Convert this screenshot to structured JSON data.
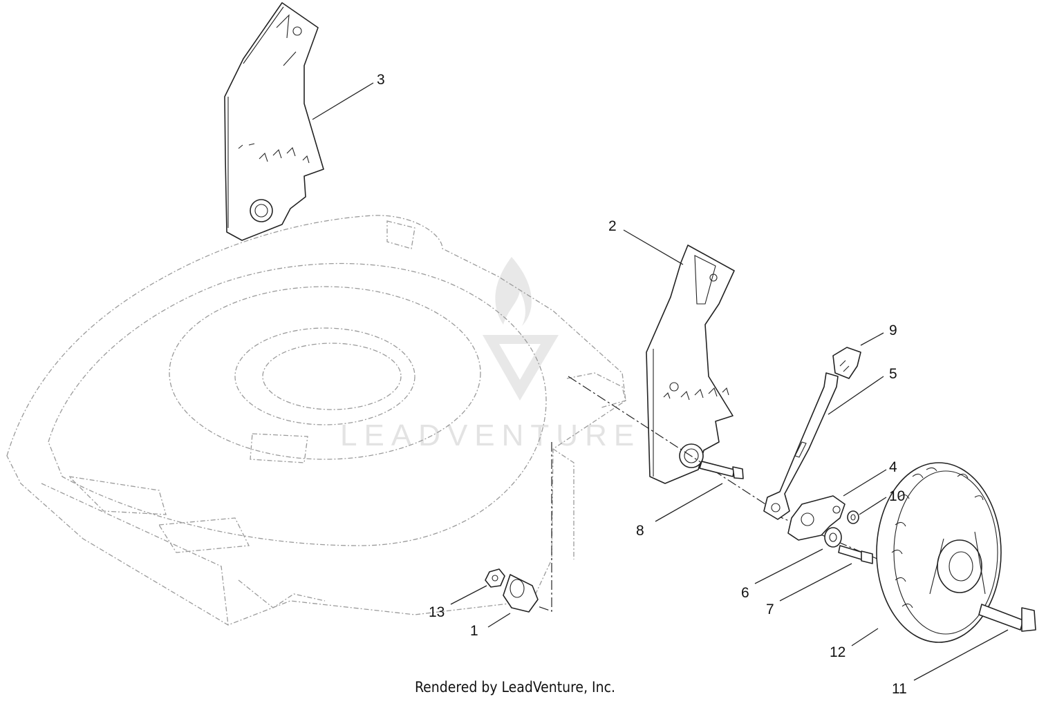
{
  "diagram": {
    "callouts": [
      {
        "id": "1",
        "label": "1"
      },
      {
        "id": "2",
        "label": "2"
      },
      {
        "id": "3",
        "label": "3"
      },
      {
        "id": "4",
        "label": "4"
      },
      {
        "id": "5",
        "label": "5"
      },
      {
        "id": "6",
        "label": "6"
      },
      {
        "id": "7",
        "label": "7"
      },
      {
        "id": "8",
        "label": "8"
      },
      {
        "id": "9",
        "label": "9"
      },
      {
        "id": "10",
        "label": "10"
      },
      {
        "id": "11",
        "label": "11"
      },
      {
        "id": "12",
        "label": "12"
      },
      {
        "id": "13",
        "label": "13"
      }
    ],
    "footer": "Rendered by LeadVenture, Inc.",
    "watermark": "LEADVENTURE"
  }
}
